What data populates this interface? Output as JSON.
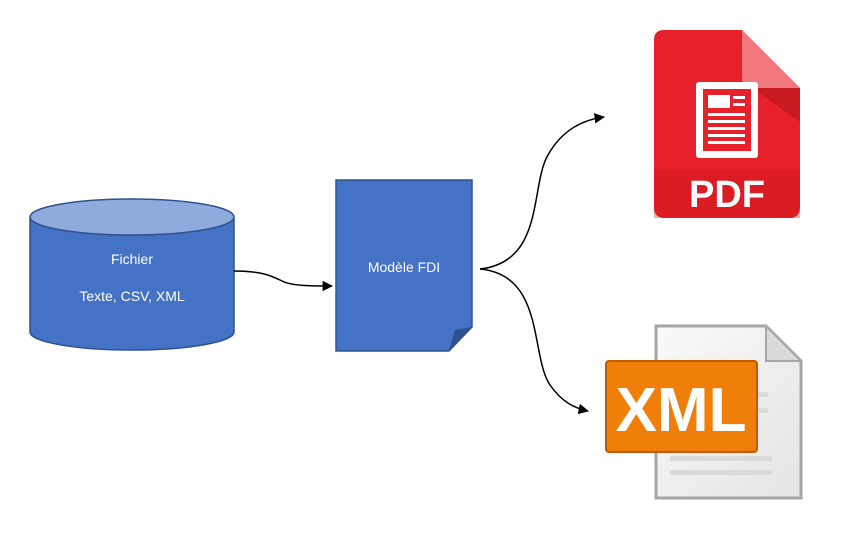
{
  "source": {
    "title": "Fichier",
    "subtitle": "Texte, CSV, XML",
    "fill_color": "#4472c4",
    "top_color": "#8faadc",
    "stroke_color": "#2f528f"
  },
  "model": {
    "label": "Modèle FDI",
    "fill_color": "#4472c4",
    "stroke_color": "#2f528f"
  },
  "outputs": {
    "pdf": {
      "label": "PDF",
      "icon": "pdf-file-icon",
      "color": "#e62129"
    },
    "xml": {
      "label": "XML",
      "icon": "xml-file-icon",
      "color": "#f07f09"
    }
  }
}
